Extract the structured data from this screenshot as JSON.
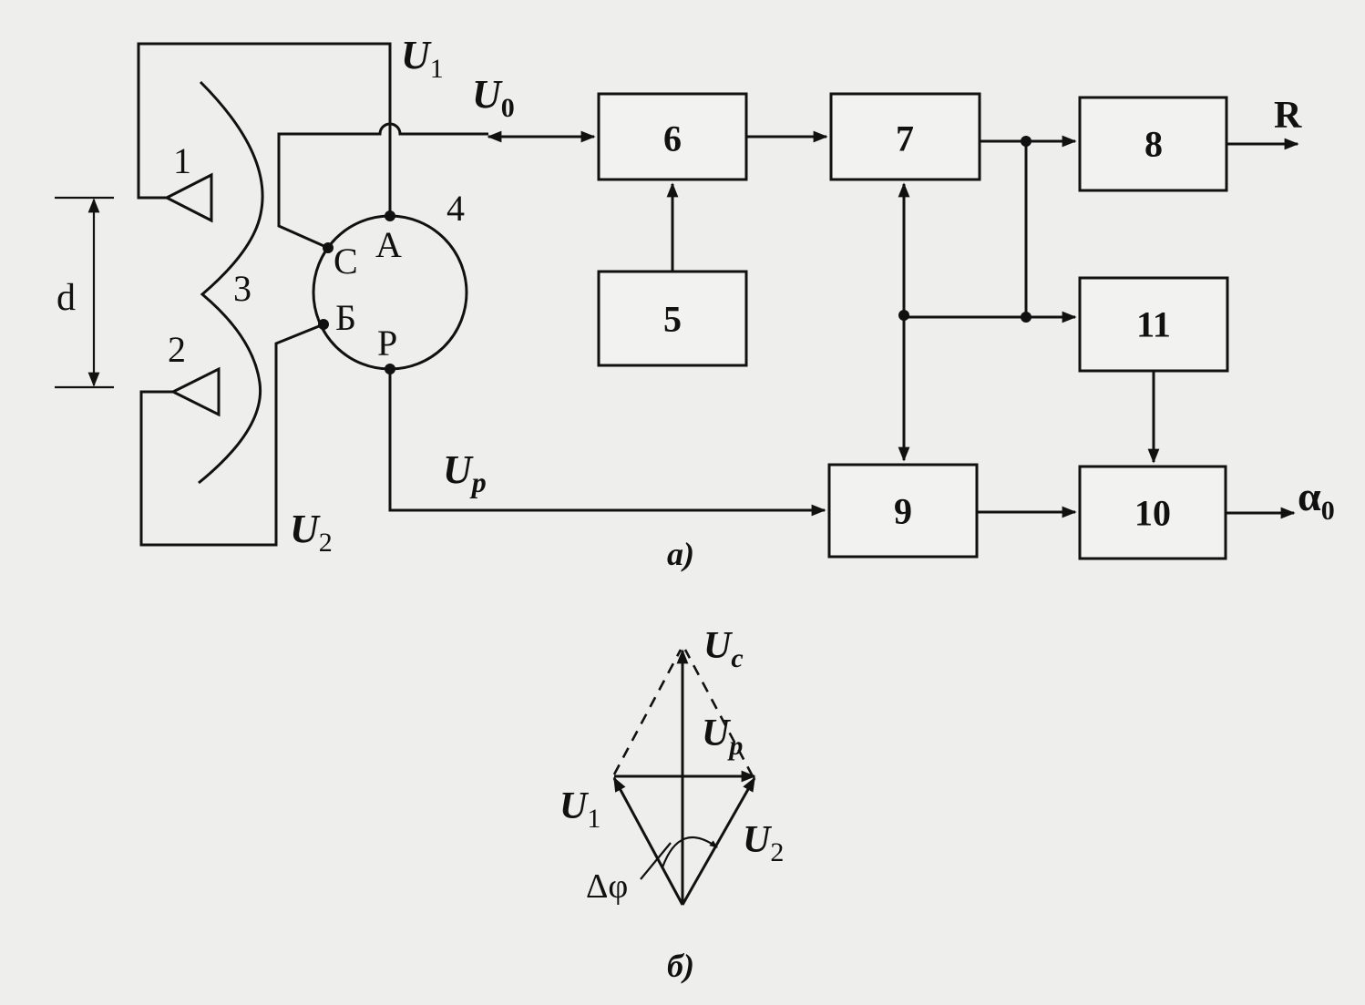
{
  "figure_a": {
    "caption": "а)",
    "blocks": [
      "6",
      "7",
      "8",
      "5",
      "11",
      "9",
      "10"
    ],
    "antenna_labels": [
      "1",
      "2"
    ],
    "lens_label": "3",
    "bridge_label": "4",
    "bridge_ports": [
      "С",
      "А",
      "Б",
      "Р"
    ],
    "distance_label": "d",
    "signal_u1": {
      "base": "U",
      "sub": "1"
    },
    "signal_u2": {
      "base": "U",
      "sub": "2"
    },
    "signal_u0": {
      "base": "U",
      "sub": "0"
    },
    "signal_up": {
      "base": "U",
      "sub": "р"
    },
    "output_r": "R",
    "output_alpha": {
      "base": "α",
      "sub": "0"
    }
  },
  "figure_b": {
    "caption": "б)",
    "uc": {
      "base": "U",
      "sub": "c"
    },
    "up": {
      "base": "U",
      "sub": "р"
    },
    "u1": {
      "base": "U",
      "sub": "1"
    },
    "u2": {
      "base": "U",
      "sub": "2"
    },
    "phase_label": "Δφ"
  }
}
